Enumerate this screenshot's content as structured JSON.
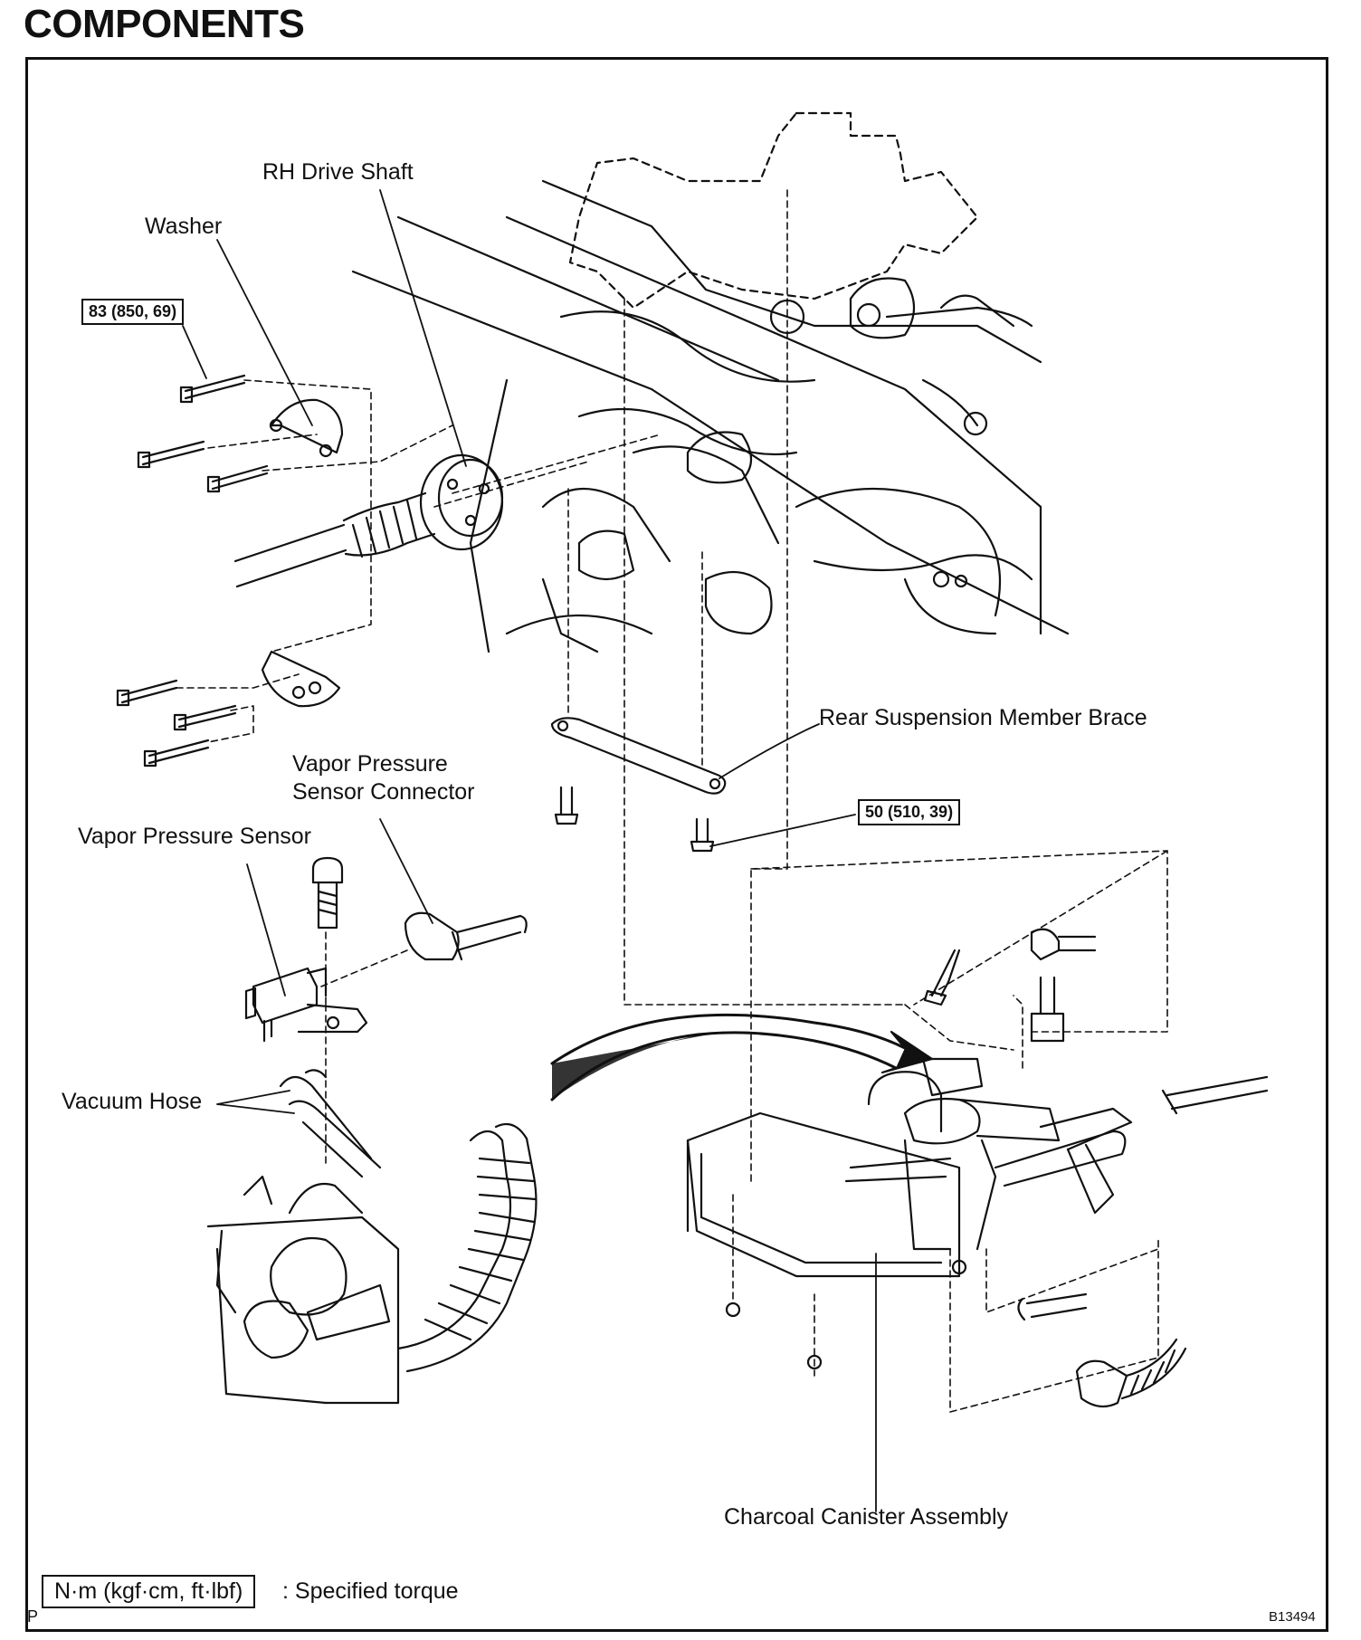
{
  "title": "COMPONENTS",
  "labels": {
    "rh_drive_shaft": "RH Drive Shaft",
    "washer": "Washer",
    "rear_brace": "Rear Suspension Member Brace",
    "vp_sensor_connector_line1": "Vapor Pressure",
    "vp_sensor_connector_line2": "Sensor Connector",
    "vp_sensor": "Vapor Pressure Sensor",
    "vacuum_hose": "Vacuum Hose",
    "canister": "Charcoal Canister Assembly"
  },
  "torques": {
    "driveshaft_bolts": "83 (850, 69)",
    "brace_bolts": "50 (510, 39)"
  },
  "legend": {
    "box": "N·m (kgf·cm, ft·lbf)",
    "text": ": Specified torque"
  },
  "page_mark": "P",
  "figure_code": "B13494"
}
